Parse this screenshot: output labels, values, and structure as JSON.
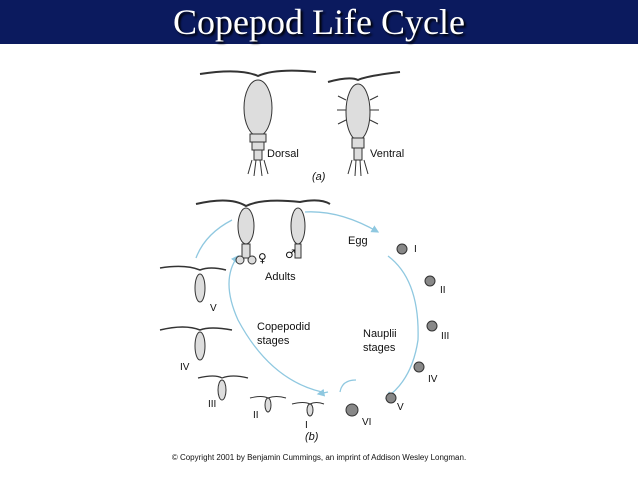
{
  "slide": {
    "title": "Copepod Life Cycle",
    "copyright": "© Copyright 2001 by Benjamin Cummings, an imprint of Addison Wesley Longman."
  },
  "panel_a": {
    "caption": "(a)",
    "dorsal": "Dorsal",
    "ventral": "Ventral"
  },
  "panel_b": {
    "caption": "(b)",
    "egg": "Egg",
    "adults": "Adults",
    "female_symbol": "♀",
    "male_symbol": "♂",
    "nauplii_label": [
      "Nauplii",
      "stages"
    ],
    "copepodid_label": [
      "Copepodid",
      "stages"
    ],
    "nauplii_stages": [
      "I",
      "II",
      "III",
      "IV",
      "V",
      "VI"
    ],
    "copepodid_stages": [
      "I",
      "II",
      "III",
      "IV",
      "V"
    ]
  },
  "colors": {
    "title_bar": "#0b1a5e",
    "cycle_arrow": "#8fc8e0",
    "organism": "#333333"
  }
}
